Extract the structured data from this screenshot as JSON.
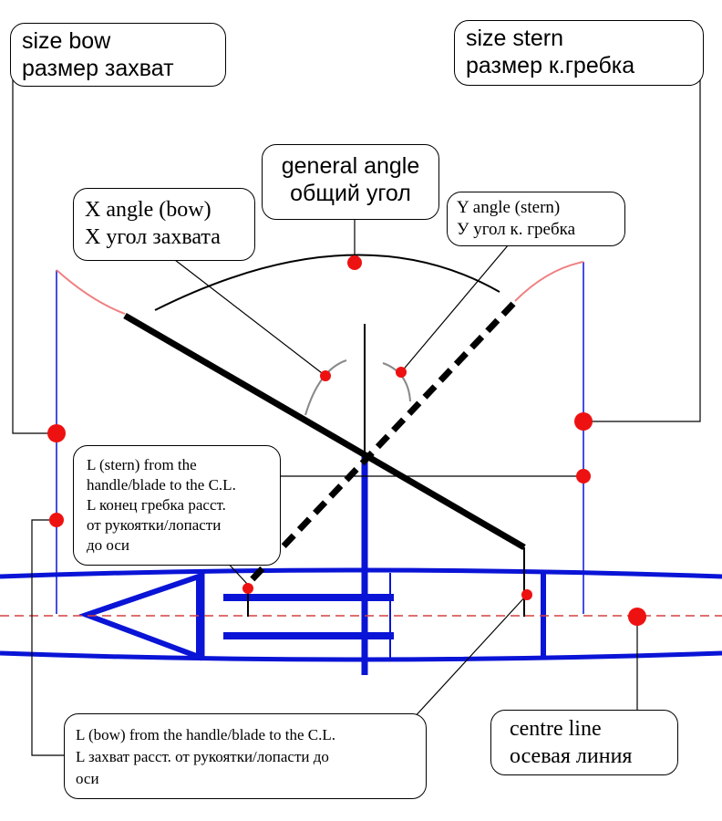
{
  "labels": {
    "size_bow": {
      "en": "size bow",
      "ru": "размер захват"
    },
    "size_stern": {
      "en": "size stern",
      "ru": "размер к.гребка"
    },
    "general_angle": {
      "en": "general angle",
      "ru": "общий  угол"
    },
    "x_angle": {
      "en": "X angle (bow)",
      "ru": "X угол захвата"
    },
    "y_angle": {
      "en": "Y angle (stern)",
      "ru": "У угол к. гребка"
    },
    "l_stern": {
      "line1": "L (stern) from the",
      "line2": "handle/blade to the C.L.",
      "line3": "L конец гребка расст.",
      "line4": "от рукоятки/лопасти",
      "line5": "до оси"
    },
    "l_bow": {
      "line1": "L (bow) from the handle/blade to the C.L.",
      "line2": "L захват расст. от рукоятки/лопасти до",
      "line3": "оси"
    },
    "centre_line": {
      "en": "centre line",
      "ru": "осевая  линия"
    }
  },
  "colors": {
    "boat": "#0a14d6",
    "oar": "#000000",
    "marker": "#ee1111",
    "centre_line": "#d44040",
    "arc_tip": "#f08080",
    "leader": "#000000"
  }
}
